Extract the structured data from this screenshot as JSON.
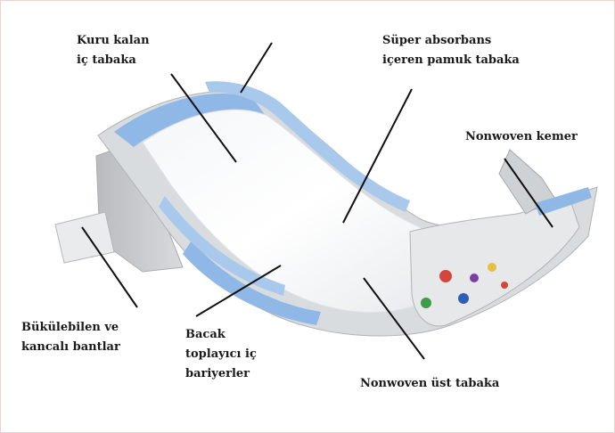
{
  "labels": {
    "dry_inner_layer_line1": "Kuru kalan",
    "dry_inner_layer_line2": "iç tabaka",
    "super_absorbent_line1": "Süper absorbans",
    "super_absorbent_line2": "içeren pamuk tabaka",
    "nonwoven_belt": "Nonwoven kemer",
    "tapes_line1": "Bükülebilen ve",
    "tapes_line2": "kancalı bantlar",
    "leg_barrier_line1": "Bacak",
    "leg_barrier_line2": "toplayıcı iç",
    "leg_barrier_line3": "bariyerler",
    "nonwoven_top_sheet": "Nonwoven üst tabaka"
  }
}
